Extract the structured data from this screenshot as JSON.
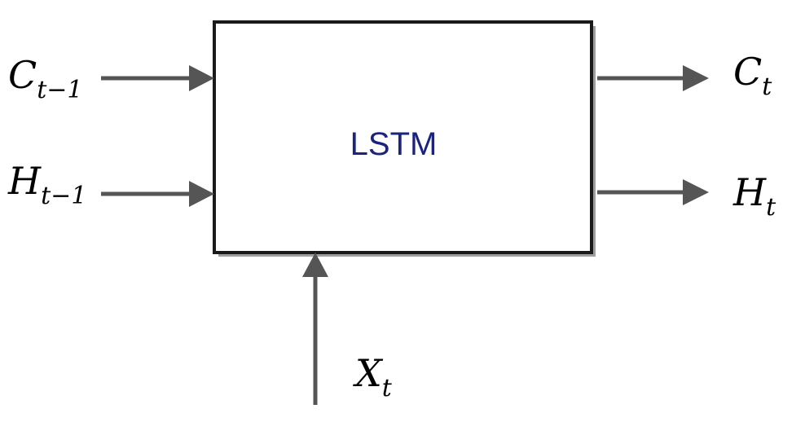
{
  "diagram": {
    "block_label": "LSTM",
    "inputs": [
      {
        "symbol": "C",
        "subscript": "t−1"
      },
      {
        "symbol": "H",
        "subscript": "t−1"
      },
      {
        "symbol": "X",
        "subscript": "t"
      }
    ],
    "outputs": [
      {
        "symbol": "C",
        "subscript": "t"
      },
      {
        "symbol": "H",
        "subscript": "t"
      }
    ]
  },
  "colors": {
    "box_stroke": "#1a1a1a",
    "box_shadow": "#9e9e9e",
    "arrow": "#555555",
    "label_text": "#1a237e",
    "math_text": "#000000"
  }
}
